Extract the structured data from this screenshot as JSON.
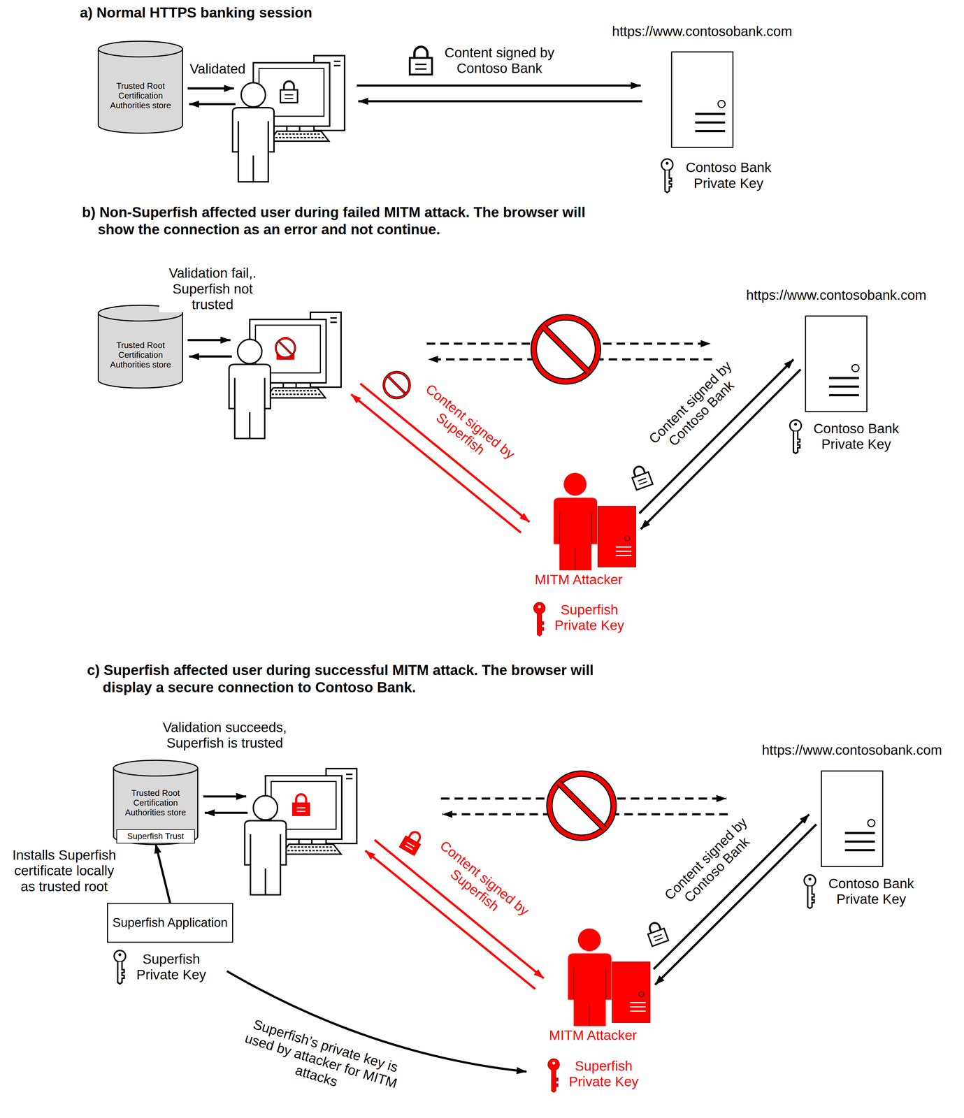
{
  "diagram": {
    "nodes": [
      {
        "text": [
          "Trusted Root Certification Authorities store"
        ]
      },
      {
        "text": [
          "https://www.contosobank.com"
        ]
      },
      {
        "text": [
          "Trusted Root Certification Authorities store"
        ]
      },
      {
        "text": [
          "https://www.contosobank.com"
        ]
      },
      {
        "text": [
          "MITM Attacker"
        ]
      },
      {
        "text": [
          "Trusted Root Certification Authorities store"
        ]
      },
      {
        "text": [
          "Superfish Trust"
        ],
        "in": 5
      },
      {
        "text": [
          "https://www.contosobank.com"
        ]
      },
      {
        "text": [
          "Superfish Application"
        ]
      },
      {
        "text": [
          "MITM Attacker"
        ]
      }
    ],
    "edges": [
      {
        "from": 4,
        "to": 3,
        "arrow": "to",
        "label": "Content signed by Contoso Bank"
      },
      {
        "from": 3,
        "to": 4,
        "arrow": "to"
      },
      {
        "from": 9,
        "to": 7,
        "arrow": "to",
        "label": "Content signed by Contoso Bank"
      },
      {
        "from": 7,
        "to": 9,
        "arrow": "to"
      },
      {
        "from": 8,
        "to": 6,
        "arrow": "to",
        "label": "Installs Superfish certificate locally as trusted root"
      }
    ],
    "labels": [
      "a) Normal HTTPS banking session",
      "Validated",
      "Content signed by Contoso Bank",
      "Contoso Bank Private Key",
      "b) Non-Superfish affected user during failed MITM attack. The browser will show the connection as an error and not continue.",
      "Validation fail,. Superfish not trusted",
      "Content signed by Superfish",
      "Contoso Bank Private Key",
      "Superfish Private Key",
      "c) Superfish affected user during successful MITM attack. The browser will display a secure connection to Contoso Bank.",
      "Validation succeeds, Superfish is trusted",
      "Content signed by Superfish",
      "Contoso Bank Private Key",
      "Superfish Private Key",
      "Superfish Private Key",
      "Superfish’s private key is used by attacker for MITM attacks"
    ]
  }
}
